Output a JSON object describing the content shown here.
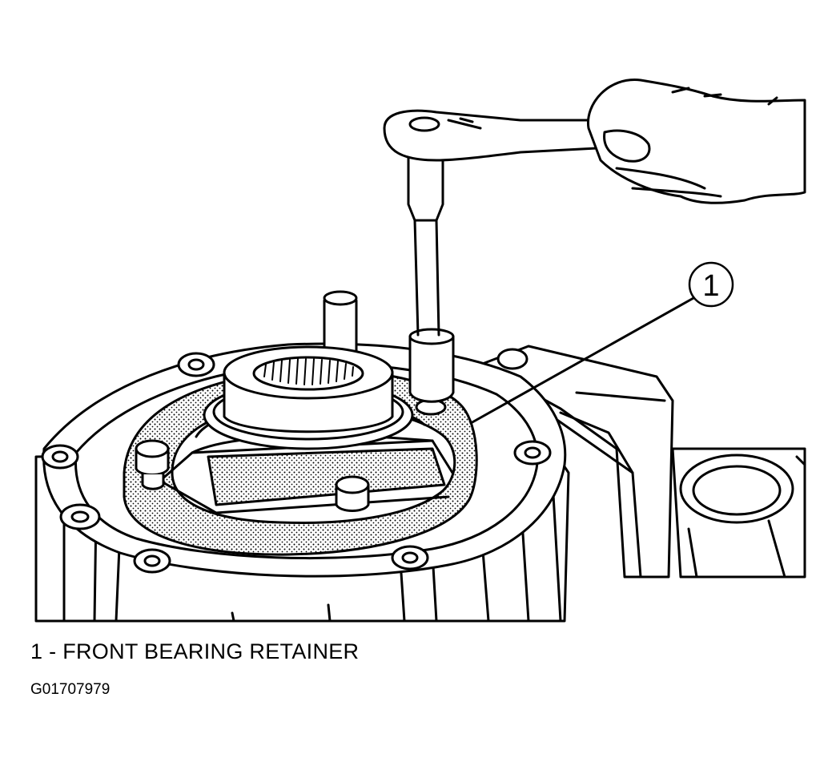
{
  "figure": {
    "callouts": [
      {
        "number": "1",
        "text": "FRONT BEARING RETAINER"
      }
    ],
    "caption_line": "1 - FRONT BEARING RETAINER",
    "figure_id": "G01707979"
  },
  "colors": {
    "ink": "#000000",
    "paper": "#ffffff",
    "stipple": "#9a9a9a"
  }
}
